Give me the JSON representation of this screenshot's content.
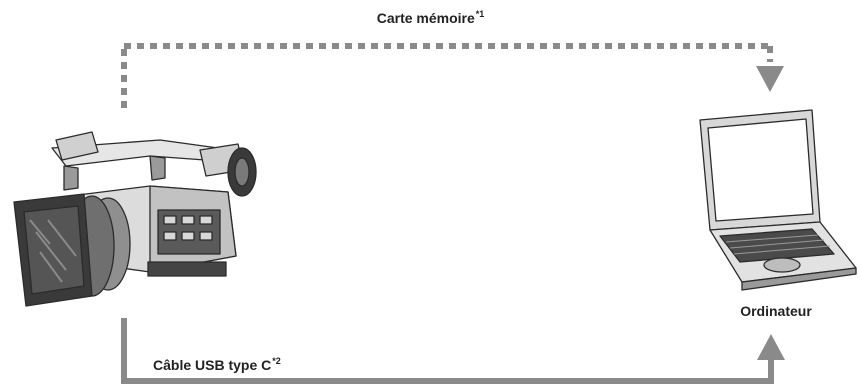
{
  "labels": {
    "memory_card": "Carte mémoire",
    "memory_card_note": "*1",
    "usb_cable": "Câble USB type C",
    "usb_cable_note": "*2",
    "computer": "Ordinateur"
  },
  "colors": {
    "connector": "#8a8a8a",
    "outline": "#2b2b2b",
    "device_dark": "#3a3a3a",
    "device_mid": "#9a9a9a",
    "device_light": "#e6e6e6"
  },
  "icons": {
    "camera": "camcorder-icon",
    "computer": "laptop-icon"
  }
}
